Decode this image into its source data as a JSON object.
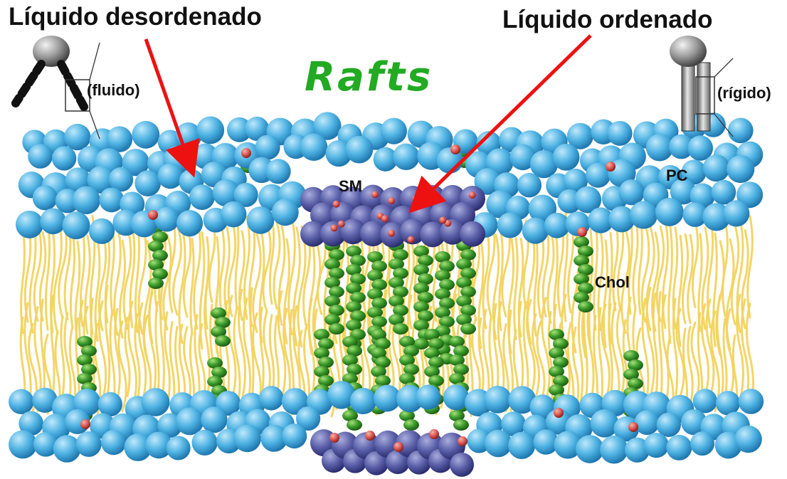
{
  "labels": {
    "disordered": "Líquido desordenado",
    "ordered": "Líquido ordenado",
    "title": "Rafts",
    "fluid": "(fluido)",
    "rigid": "(rígido)",
    "sm": "SM",
    "pc": "PC",
    "chol": "Chol"
  },
  "colors": {
    "pc_head": "#4fb3e3",
    "sm_head": "#5a5fa8",
    "phosphate": "#d9534f",
    "tails": "#f2d35e",
    "cholesterol": "#3a9a2a",
    "arrow": "#ee1111",
    "title": "#22aa22"
  }
}
